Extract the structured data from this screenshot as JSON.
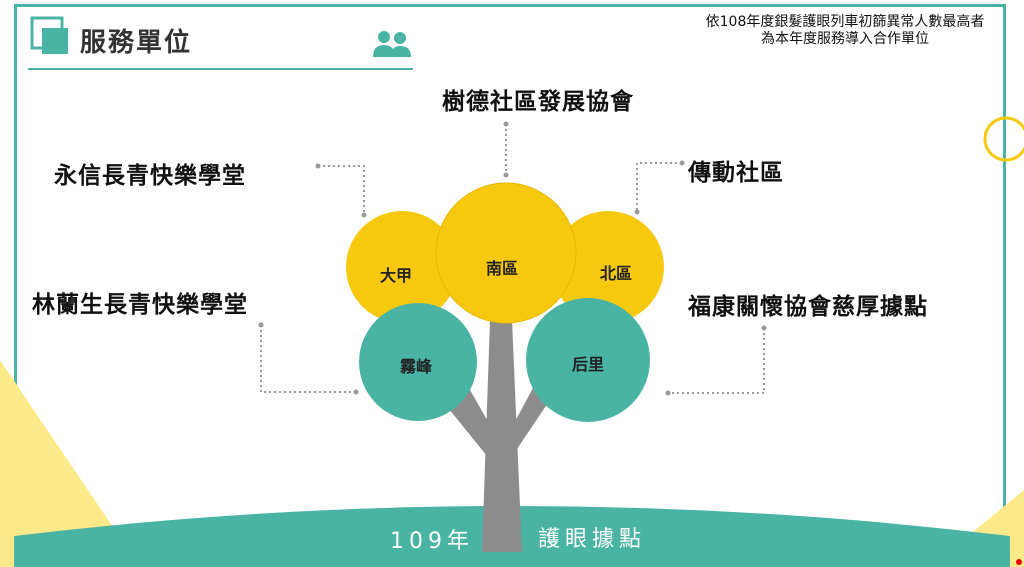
{
  "header": {
    "title": "服務單位",
    "note_line1": "依108年度銀髮護眼列車初篩異常人數最高者",
    "note_line2": "為本年度服務導入合作單位"
  },
  "units": {
    "top": "樹德社區發展協會",
    "left_upper": "永信長青快樂學堂",
    "left_lower": "林蘭生長青快樂學堂",
    "right_upper": "傳動社區",
    "right_lower": "福康關懷協會慈厚據點"
  },
  "tree": {
    "circles": [
      "大甲",
      "南區",
      "北區",
      "霧峰",
      "后里"
    ],
    "footer_year": "109年",
    "footer_title": "護眼據點"
  },
  "colors": {
    "teal": "#4ab4a4",
    "yellow": "#f6c90e",
    "trunk": "#8c8c8c",
    "pale_yellow": "#fbe98a"
  },
  "icons": [
    "people-icon",
    "square-logo-icon"
  ]
}
